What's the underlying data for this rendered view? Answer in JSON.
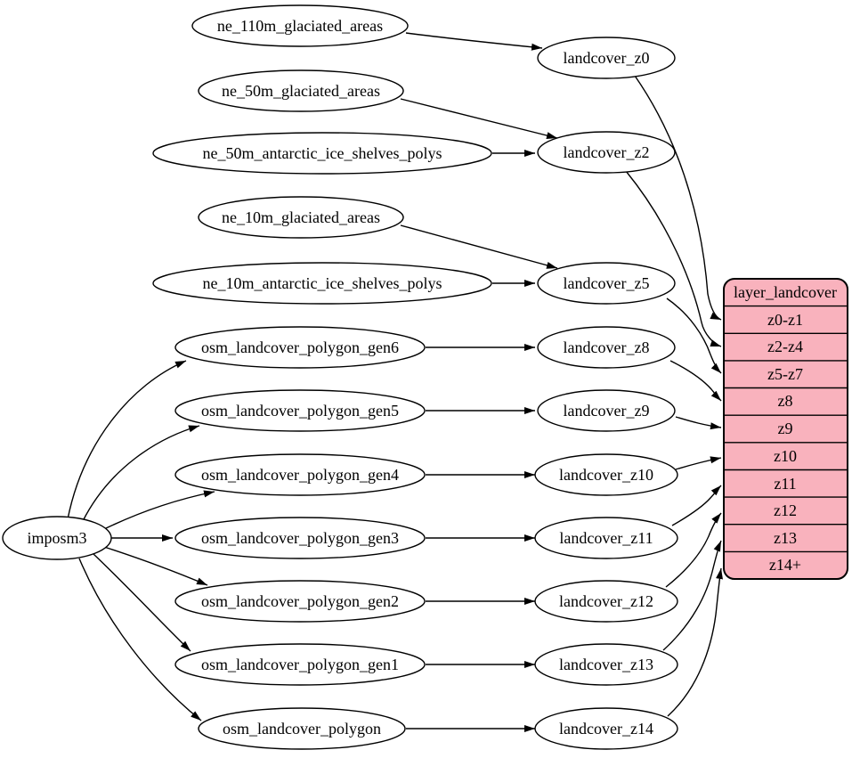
{
  "diagram_type": "dependency-graph",
  "colors": {
    "background": "#ffffff",
    "node_fill": "#ffffff",
    "node_stroke": "#000000",
    "edge_color": "#000000",
    "table_fill": "#f9b2bd",
    "table_stroke": "#000000",
    "text_color": "#000000"
  },
  "nodes": {
    "imposm3": "imposm3",
    "ne_110m_glaciated_areas": "ne_110m_glaciated_areas",
    "ne_50m_glaciated_areas": "ne_50m_glaciated_areas",
    "ne_50m_antarctic_ice_shelves_polys": "ne_50m_antarctic_ice_shelves_polys",
    "ne_10m_glaciated_areas": "ne_10m_glaciated_areas",
    "ne_10m_antarctic_ice_shelves_polys": "ne_10m_antarctic_ice_shelves_polys",
    "osm_landcover_polygon_gen6": "osm_landcover_polygon_gen6",
    "osm_landcover_polygon_gen5": "osm_landcover_polygon_gen5",
    "osm_landcover_polygon_gen4": "osm_landcover_polygon_gen4",
    "osm_landcover_polygon_gen3": "osm_landcover_polygon_gen3",
    "osm_landcover_polygon_gen2": "osm_landcover_polygon_gen2",
    "osm_landcover_polygon_gen1": "osm_landcover_polygon_gen1",
    "osm_landcover_polygon": "osm_landcover_polygon",
    "landcover_z0": "landcover_z0",
    "landcover_z2": "landcover_z2",
    "landcover_z5": "landcover_z5",
    "landcover_z8": "landcover_z8",
    "landcover_z9": "landcover_z9",
    "landcover_z10": "landcover_z10",
    "landcover_z11": "landcover_z11",
    "landcover_z12": "landcover_z12",
    "landcover_z13": "landcover_z13",
    "landcover_z14": "landcover_z14"
  },
  "table": {
    "title": "layer_landcover",
    "rows": [
      "z0-z1",
      "z2-z4",
      "z5-z7",
      "z8",
      "z9",
      "z10",
      "z11",
      "z12",
      "z13",
      "z14+"
    ]
  },
  "edges": [
    {
      "from": "ne_110m_glaciated_areas",
      "to": "landcover_z0"
    },
    {
      "from": "ne_50m_glaciated_areas",
      "to": "landcover_z2"
    },
    {
      "from": "ne_50m_antarctic_ice_shelves_polys",
      "to": "landcover_z2"
    },
    {
      "from": "ne_10m_glaciated_areas",
      "to": "landcover_z5"
    },
    {
      "from": "ne_10m_antarctic_ice_shelves_polys",
      "to": "landcover_z5"
    },
    {
      "from": "osm_landcover_polygon_gen6",
      "to": "landcover_z8"
    },
    {
      "from": "osm_landcover_polygon_gen5",
      "to": "landcover_z9"
    },
    {
      "from": "osm_landcover_polygon_gen4",
      "to": "landcover_z10"
    },
    {
      "from": "osm_landcover_polygon_gen3",
      "to": "landcover_z11"
    },
    {
      "from": "osm_landcover_polygon_gen2",
      "to": "landcover_z12"
    },
    {
      "from": "osm_landcover_polygon_gen1",
      "to": "landcover_z13"
    },
    {
      "from": "osm_landcover_polygon",
      "to": "landcover_z14"
    },
    {
      "from": "imposm3",
      "to": "osm_landcover_polygon_gen6"
    },
    {
      "from": "imposm3",
      "to": "osm_landcover_polygon_gen5"
    },
    {
      "from": "imposm3",
      "to": "osm_landcover_polygon_gen4"
    },
    {
      "from": "imposm3",
      "to": "osm_landcover_polygon_gen3"
    },
    {
      "from": "imposm3",
      "to": "osm_landcover_polygon_gen2"
    },
    {
      "from": "imposm3",
      "to": "osm_landcover_polygon_gen1"
    },
    {
      "from": "imposm3",
      "to": "osm_landcover_polygon"
    },
    {
      "from": "landcover_z0",
      "to": "z0-z1"
    },
    {
      "from": "landcover_z2",
      "to": "z2-z4"
    },
    {
      "from": "landcover_z5",
      "to": "z5-z7"
    },
    {
      "from": "landcover_z8",
      "to": "z8"
    },
    {
      "from": "landcover_z9",
      "to": "z9"
    },
    {
      "from": "landcover_z10",
      "to": "z10"
    },
    {
      "from": "landcover_z11",
      "to": "z11"
    },
    {
      "from": "landcover_z12",
      "to": "z12"
    },
    {
      "from": "landcover_z13",
      "to": "z13"
    },
    {
      "from": "landcover_z14",
      "to": "z14+"
    }
  ]
}
